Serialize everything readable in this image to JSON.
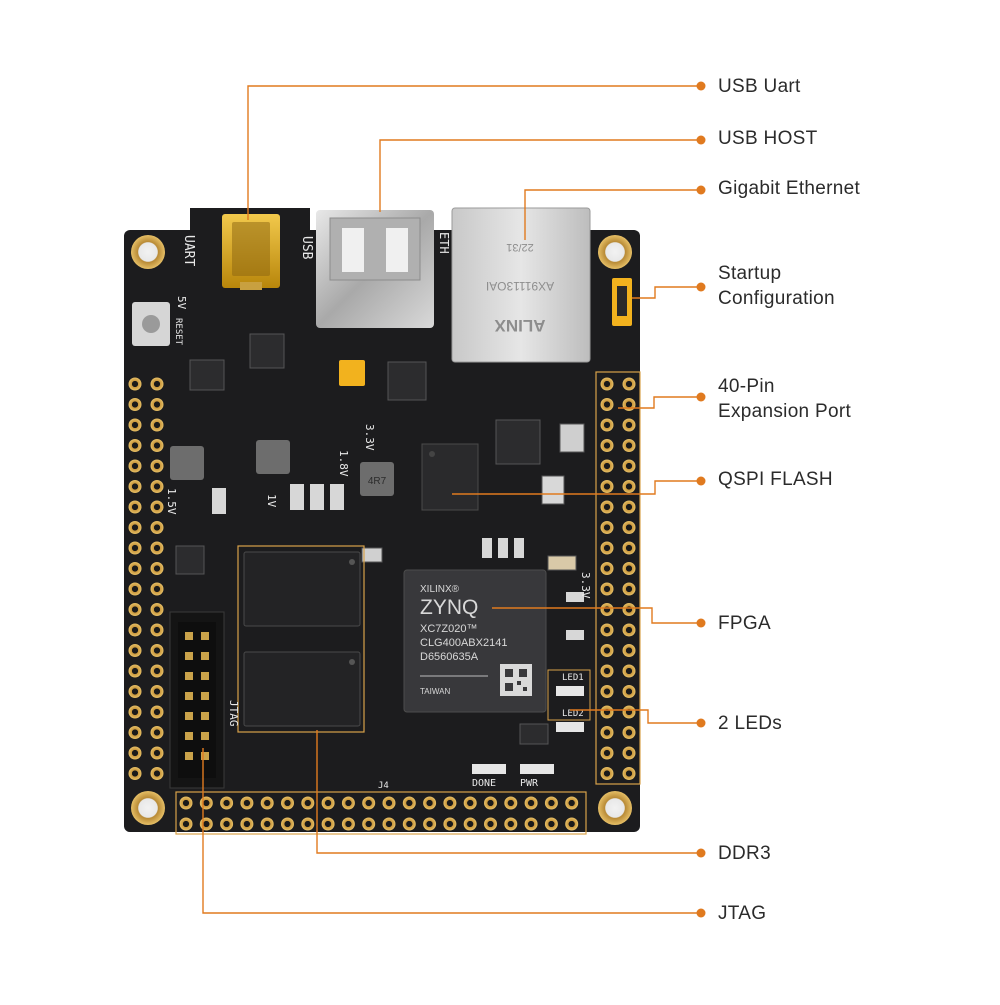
{
  "callouts": [
    {
      "label": "USB Uart"
    },
    {
      "label": "USB HOST"
    },
    {
      "label": "Gigabit Ethernet"
    },
    {
      "label": "Startup\nConfiguration"
    },
    {
      "label": "40-Pin\nExpansion Port"
    },
    {
      "label": "QSPI FLASH"
    },
    {
      "label": "FPGA"
    },
    {
      "label": "2 LEDs"
    },
    {
      "label": "DDR3"
    },
    {
      "label": "JTAG"
    }
  ],
  "board": {
    "silk_uart": "UART",
    "silk_usb": "USB",
    "silk_eth": "ETH",
    "silk_jtag": "JTAG",
    "silk_reset": "RESET",
    "silk_led1": "LED1",
    "silk_led2": "LED2",
    "silk_done": "DONE",
    "silk_pwr": "PWR",
    "silk_j4": "J4",
    "silk_33v": "3.3V",
    "silk_15v": "1.5V",
    "silk_1v": "1V",
    "silk_18v": "1.8V",
    "silk_5v": "5V",
    "inductor_mark": "4R7",
    "eth_brand": "ALINX",
    "eth_part": "AX91113OAI",
    "eth_date": "22/31",
    "fpga_brand": "XILINX®",
    "fpga_family": "ZYNQ",
    "fpga_part": "XC7Z020™",
    "fpga_package": "CLG400ABX2141",
    "fpga_lot": "D6560635A",
    "fpga_origin": "TAIWAN"
  },
  "colors": {
    "accent": "#e07a1f",
    "pcb": "#1c1c1e",
    "gold": "#d4a64a",
    "text": "#2b2b2b"
  }
}
